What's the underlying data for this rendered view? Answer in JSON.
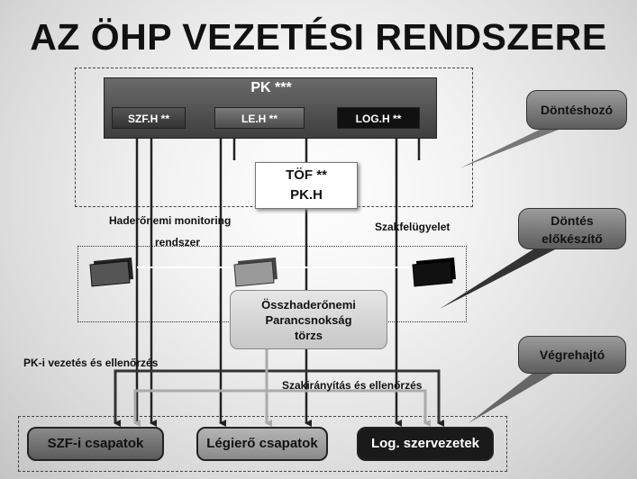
{
  "title": "AZ ÖHP VEZETÉSI RENDSZERE",
  "pk": {
    "label": "PK ***",
    "subunits": [
      "SZF.H **",
      "LE.H **",
      "LOG.H **"
    ]
  },
  "tof": {
    "line1": "TÖF **",
    "line2": "PK.H"
  },
  "labels": {
    "monitoring_line1": "Haderőnemi monitoring",
    "monitoring_line2": "rendszer",
    "szakfelugyelet": "Szakfelügyelet",
    "pk_vezetes": "PK-i vezetés és ellenőrzés",
    "szakiranyitas": "Szakirányítás és ellenőrzés"
  },
  "ohp": {
    "line1": "Összhaderőnemi",
    "line2": "Parancsnokság",
    "line3": "törzs"
  },
  "units": [
    "SZF-i csapatok",
    "Légierő csapatok",
    "Log. szervezetek"
  ],
  "roles": {
    "donteshozo": "Döntéshozó",
    "dontes_elokeszito_line1": "Döntés",
    "dontes_elokeszito_line2": "előkészítő",
    "vegrehajto": "Végrehajtó"
  }
}
